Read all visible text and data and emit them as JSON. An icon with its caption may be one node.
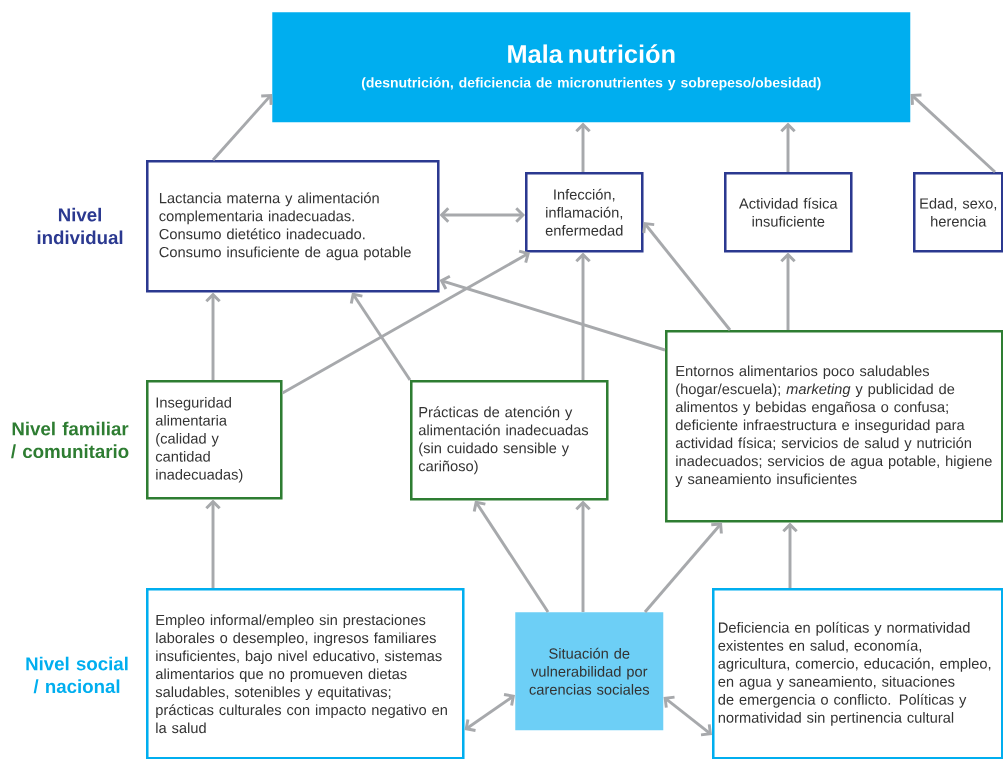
{
  "diagram": {
    "nodes": [
      {
        "text": [
          "Mala nutrición",
          "(desnutrición, deficiencia de micronutrientes y sobrepeso/obesidad)"
        ]
      },
      {
        "text": [
          "Lactancia materna y alimentación complementaria inadecuadas.",
          "Consumo dietético inadecuado.",
          "Consumo insuficiente de agua potable"
        ]
      },
      {
        "text": [
          "Infección, inflamación, enfermedad"
        ]
      },
      {
        "text": [
          "Actividad física insuficiente"
        ]
      },
      {
        "text": [
          "Edad, sexo, herencia"
        ]
      },
      {
        "text": [
          "Inseguridad alimentaria (calidad y cantidad inadecuadas)"
        ]
      },
      {
        "text": [
          "Prácticas de atención y alimentación inadecuadas (sin cuidado sensible y cariñoso)"
        ]
      },
      {
        "text": [
          "Entornos alimentarios poco saludables (hogar/escuela); *marketing* y publicidad de alimentos y bebidas engañosa o confusa; deficiente infraestructura e inseguridad para actividad física; servicios de salud y nutrición inadecuados; servicios de agua potable, higiene y saneamiento insuficientes"
        ]
      },
      {
        "text": [
          "Empleo informal/empleo sin prestaciones laborales o desempleo, ingresos familiares insuficientes, bajo nivel educativo, sistemas alimentarios que no promueven dietas saludables, sotenibles y equitativas; prácticas culturales con impacto negativo en la salud"
        ]
      },
      {
        "text": [
          "Situación de vulnerabilidad por carencias sociales"
        ]
      },
      {
        "text": [
          "Deficiencia en políticas y normatividad existentes en salud, economía, agricultura, comercio, educación, empleo, en agua y saneamiento, situaciones de emergencia o conflicto. Políticas y normatividad sin pertinencia cultural"
        ]
      }
    ],
    "edges": [
      {
        "from": 1,
        "to": 0,
        "arrow": "to"
      },
      {
        "from": 2,
        "to": 0,
        "arrow": "to"
      },
      {
        "from": 3,
        "to": 0,
        "arrow": "to"
      },
      {
        "from": 4,
        "to": 0,
        "arrow": "to"
      },
      {
        "from": 1,
        "to": 2,
        "arrow": "both"
      },
      {
        "from": 5,
        "to": 1,
        "arrow": "to"
      },
      {
        "from": 5,
        "to": 2,
        "arrow": "to"
      },
      {
        "from": 6,
        "to": 1,
        "arrow": "to"
      },
      {
        "from": 6,
        "to": 2,
        "arrow": "to"
      },
      {
        "from": 7,
        "to": 1,
        "arrow": "to"
      },
      {
        "from": 7,
        "to": 2,
        "arrow": "to"
      },
      {
        "from": 7,
        "to": 3,
        "arrow": "to"
      },
      {
        "from": 8,
        "to": 5,
        "arrow": "to"
      },
      {
        "from": 9,
        "to": 6,
        "arrow": "to"
      },
      {
        "from": 9,
        "to": 6,
        "arrow": "to"
      },
      {
        "from": 9,
        "to": 7,
        "arrow": "to"
      },
      {
        "from": 9,
        "to": 8,
        "arrow": "both"
      },
      {
        "from": 9,
        "to": 10,
        "arrow": "both"
      },
      {
        "from": 10,
        "to": 7,
        "arrow": "to"
      }
    ],
    "labels": [
      "Nivel individual",
      "Nivel familiar / comunitario",
      "Nivel social / nacional"
    ]
  }
}
